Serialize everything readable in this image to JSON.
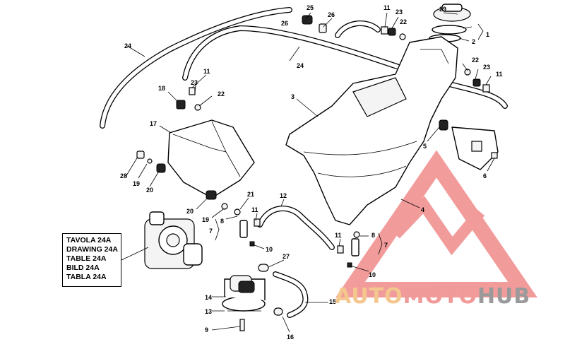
{
  "drawing_box": {
    "lines": [
      "TAVOLA 24A",
      "DRAWING 24A",
      "TABLE 24A",
      "BILD 24A",
      "TABLA 24A"
    ]
  },
  "watermark": {
    "part1": "AUTO",
    "part2": "MOTO",
    "part3": "HUB",
    "logo_icon": "am-triangle-logo-icon",
    "colors": {
      "auto": "#f3c78e",
      "moto": "#f19a9a",
      "hub": "#9a9a9a",
      "logo": "#e94b4b"
    }
  },
  "callouts": [
    {
      "id": "c24a",
      "text": "24"
    },
    {
      "id": "c25",
      "text": "25"
    },
    {
      "id": "c26a",
      "text": "26"
    },
    {
      "id": "c26b",
      "text": "26"
    },
    {
      "id": "c11a",
      "text": "11"
    },
    {
      "id": "c23a",
      "text": "23"
    },
    {
      "id": "c22a",
      "text": "22"
    },
    {
      "id": "c29",
      "text": "29"
    },
    {
      "id": "c1",
      "text": "1"
    },
    {
      "id": "c2",
      "text": "2"
    },
    {
      "id": "c24b",
      "text": "24"
    },
    {
      "id": "c11b",
      "text": "11"
    },
    {
      "id": "c23b",
      "text": "23"
    },
    {
      "id": "c22b",
      "text": "22"
    },
    {
      "id": "c18",
      "text": "18"
    },
    {
      "id": "c3",
      "text": "3"
    },
    {
      "id": "c22c",
      "text": "22"
    },
    {
      "id": "c23c",
      "text": "23"
    },
    {
      "id": "c11c",
      "text": "11"
    },
    {
      "id": "c17",
      "text": "17"
    },
    {
      "id": "c5",
      "text": "5"
    },
    {
      "id": "c28",
      "text": "28"
    },
    {
      "id": "c19a",
      "text": "19"
    },
    {
      "id": "c20a",
      "text": "20"
    },
    {
      "id": "c6",
      "text": "6"
    },
    {
      "id": "c21",
      "text": "21"
    },
    {
      "id": "c12",
      "text": "12"
    },
    {
      "id": "c4",
      "text": "4"
    },
    {
      "id": "c20b",
      "text": "20"
    },
    {
      "id": "c19b",
      "text": "19"
    },
    {
      "id": "c11d",
      "text": "11"
    },
    {
      "id": "c7a",
      "text": "7"
    },
    {
      "id": "c8a",
      "text": "8"
    },
    {
      "id": "c11e",
      "text": "11"
    },
    {
      "id": "c8b",
      "text": "8"
    },
    {
      "id": "c10a",
      "text": "10"
    },
    {
      "id": "c7b",
      "text": "7"
    },
    {
      "id": "c27",
      "text": "27"
    },
    {
      "id": "c10b",
      "text": "10"
    },
    {
      "id": "c14",
      "text": "14"
    },
    {
      "id": "c15",
      "text": "15"
    },
    {
      "id": "c13",
      "text": "13"
    },
    {
      "id": "c16",
      "text": "16"
    },
    {
      "id": "c9",
      "text": "9"
    }
  ]
}
